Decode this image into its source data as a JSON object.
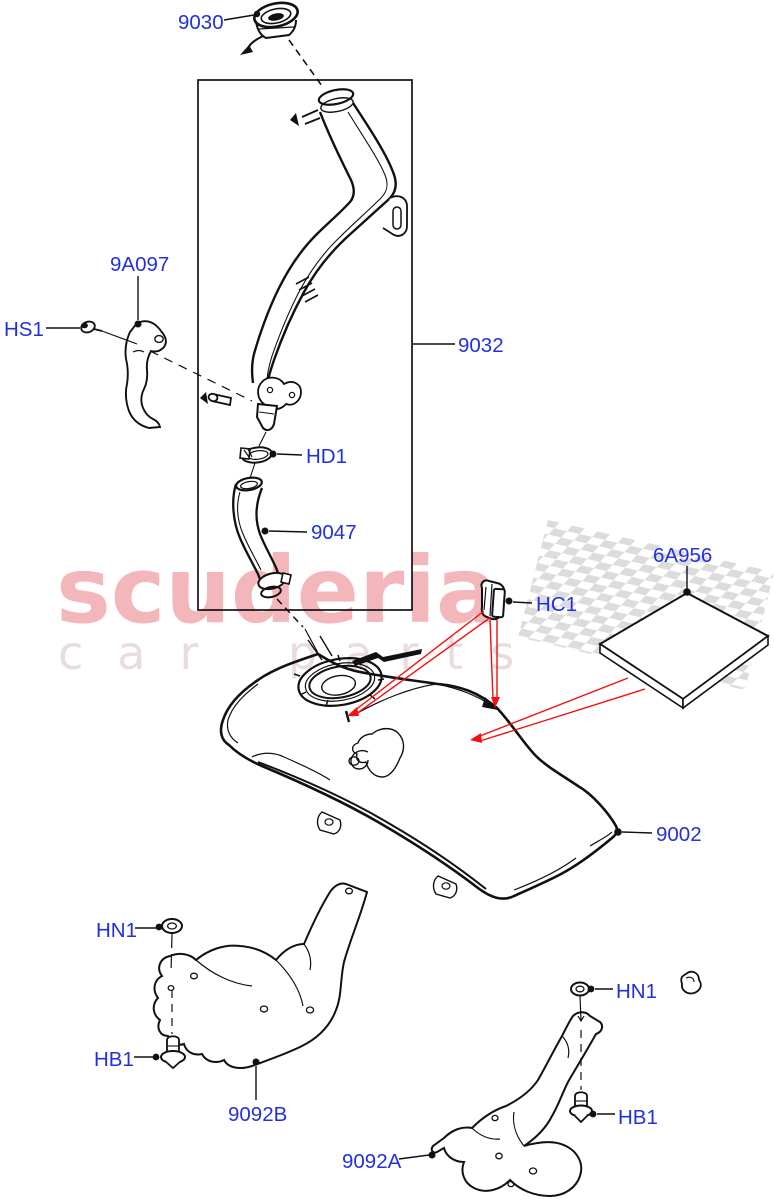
{
  "diagram": {
    "title": "fuel-tank-and-related-parts-exploded-diagram",
    "colors": {
      "label_blue": "#2330dd",
      "callout_red": "#f50f0f",
      "line_black": "#111111",
      "watermark_pink": "#f3b6bb",
      "watermark_light": "#eadcde",
      "checker_gray": "#dcdcdc"
    },
    "watermark": {
      "brand": "scuderia",
      "tagline_left": "car",
      "tagline_right": "parts",
      "checker_flag": "checkered-flag-pattern"
    },
    "parts": [
      {
        "code": "9030",
        "name": "fuel filler cap"
      },
      {
        "code": "9A097",
        "name": "filler pipe bracket"
      },
      {
        "code": "HS1",
        "name": "bracket screw"
      },
      {
        "code": "9032",
        "name": "fuel filler pipe"
      },
      {
        "code": "HD1",
        "name": "hose clamp"
      },
      {
        "code": "9047",
        "name": "filler hose"
      },
      {
        "code": "HC1",
        "name": "clip"
      },
      {
        "code": "6A956",
        "name": "heat shield pad"
      },
      {
        "code": "9002",
        "name": "fuel tank"
      },
      {
        "code": "HN1",
        "name": "nut (left strap)"
      },
      {
        "code": "HB1",
        "name": "bolt (left strap)"
      },
      {
        "code": "9092B",
        "name": "tank support strap left"
      },
      {
        "code": "HN1",
        "name": "nut (right strap)"
      },
      {
        "code": "HB1",
        "name": "bolt (right strap)"
      },
      {
        "code": "9092A",
        "name": "tank support strap right"
      }
    ]
  }
}
